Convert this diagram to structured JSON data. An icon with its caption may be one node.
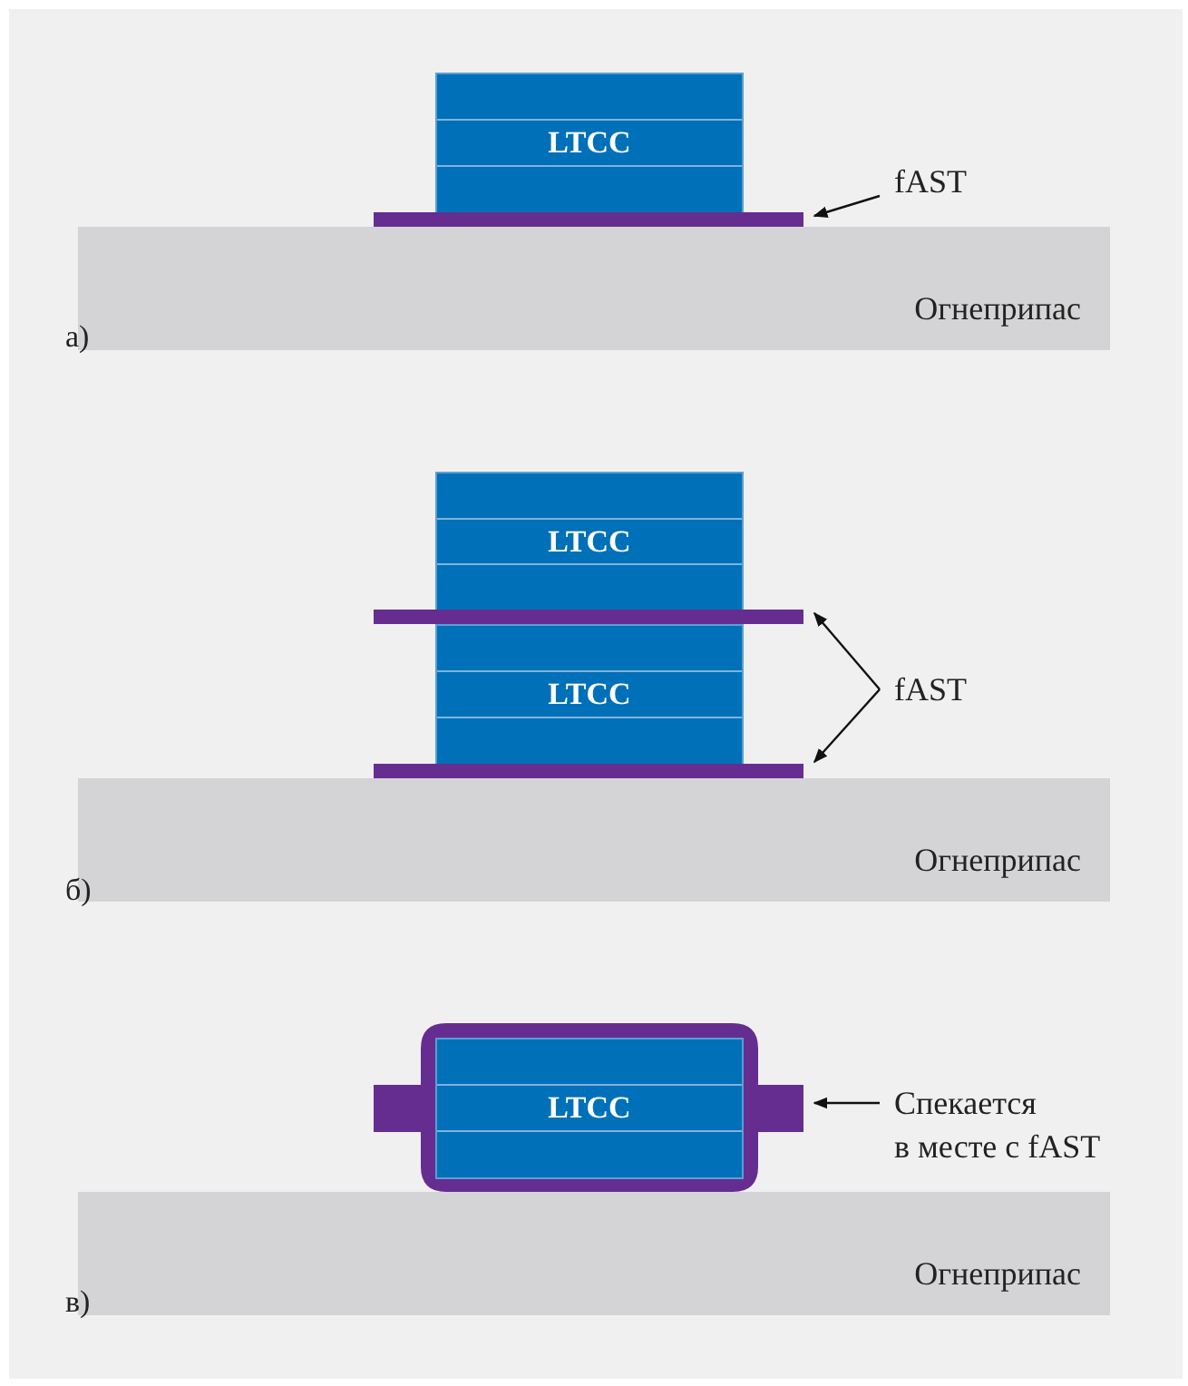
{
  "diagram": {
    "nodes": [
      {
        "text": [
          "LTCC"
        ]
      },
      {
        "text": [],
        "shape": "bar"
      },
      {
        "text": [
          "Огнеприпас"
        ]
      },
      {
        "text": [
          "fAST"
        ]
      },
      {
        "text": [
          "LTCC"
        ]
      },
      {
        "text": [],
        "shape": "bar"
      },
      {
        "text": [
          "LTCC"
        ]
      },
      {
        "text": [],
        "shape": "bar"
      },
      {
        "text": [
          "Огнеприпас"
        ]
      },
      {
        "text": [
          "fAST"
        ]
      },
      {
        "text": [],
        "shape": "box"
      },
      {
        "text": [
          "LTCC"
        ],
        "in": 10
      },
      {
        "text": [
          "Огнеприпас"
        ]
      },
      {
        "text": [
          "Спекается в месте с fAST"
        ]
      }
    ],
    "edges": [
      {
        "from": 3,
        "to": 1,
        "arrow": "to"
      },
      {
        "from": 9,
        "to": 5,
        "arrow": "to"
      },
      {
        "from": 9,
        "to": 7,
        "arrow": "to"
      },
      {
        "from": 13,
        "to": 10,
        "arrow": "to"
      }
    ],
    "labels": [
      "а)",
      "б)",
      "в)"
    ]
  }
}
